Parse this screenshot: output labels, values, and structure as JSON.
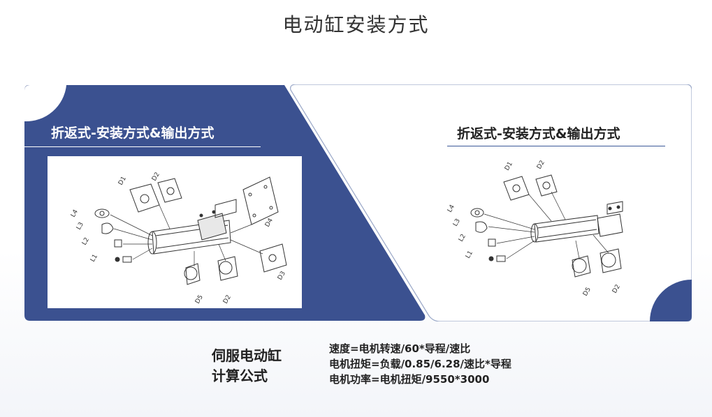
{
  "page": {
    "title": "电动缸安装方式"
  },
  "left_card": {
    "title": "折返式-安装方式&输出方式",
    "labels": {
      "d1": "D1",
      "d2": "D2",
      "d2b": "D2",
      "d3": "D3",
      "d4": "D4",
      "d5": "D5",
      "l1": "L1",
      "l2": "L2",
      "l3": "L3",
      "l4": "L4"
    }
  },
  "right_card": {
    "title": "折返式-安装方式&输出方式",
    "labels": {
      "d1": "D1",
      "d2": "D2",
      "d2b": "D2",
      "d5": "D5",
      "l1": "L1",
      "l2": "L2",
      "l3": "L3",
      "l4": "L4"
    }
  },
  "formula": {
    "heading_line1": "伺服电动缸",
    "heading_line2": "计算公式",
    "items": [
      "速度=电机转速/60*导程/速比",
      "电机扭矩=负载/0.85/6.28/速比*导程",
      "电机功率=电机扭矩/9550*3000"
    ]
  },
  "colors": {
    "accent": "#3b5190",
    "border": "#9aa8c8"
  }
}
